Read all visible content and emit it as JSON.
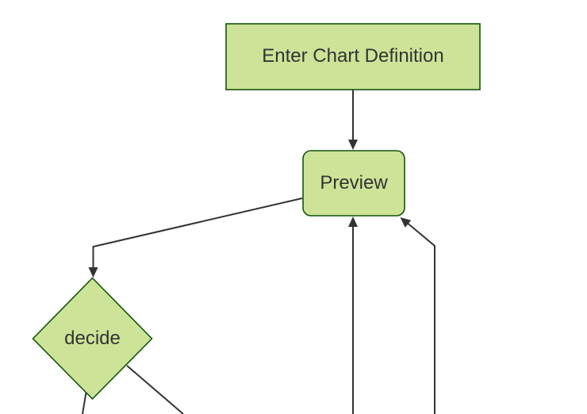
{
  "diagram": {
    "type": "flowchart",
    "direction": "top-down",
    "background": "#ffffff",
    "colors": {
      "node_fill": "#cde498",
      "node_border": "#13540c",
      "edge_line": "#333333",
      "arrowhead": "#333333",
      "label_text": "#333333"
    },
    "nodes": [
      {
        "id": "enter-chart-definition",
        "label": "Enter Chart Definition",
        "shape": "rectangle"
      },
      {
        "id": "preview",
        "label": "Preview",
        "shape": "rounded-rectangle"
      },
      {
        "id": "decide",
        "label": "decide",
        "shape": "diamond"
      }
    ],
    "edges": [
      {
        "from": "Enter Chart Definition",
        "to": "Preview",
        "arrowhead": true
      },
      {
        "from": "Preview",
        "to": "decide",
        "arrowhead": true
      },
      {
        "from": "decide",
        "to": "off-screen bottom-left",
        "arrowhead": false
      },
      {
        "from": "decide",
        "to": "off-screen bottom-right",
        "arrowhead": false
      },
      {
        "from": "off-screen bottom",
        "to": "Preview",
        "arrowhead": true
      },
      {
        "from": "off-screen bottom",
        "to": "Preview bottom-right corner",
        "arrowhead": true
      }
    ]
  }
}
